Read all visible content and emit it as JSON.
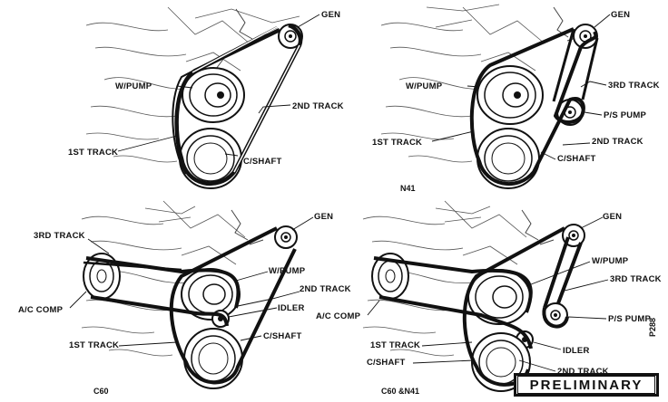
{
  "panels": {
    "top_left": {
      "labels": {
        "gen": "GEN",
        "w_pump": "W/PUMP",
        "second_track": "2ND TRACK",
        "first_track": "1ST TRACK",
        "c_shaft": "C/SHAFT"
      }
    },
    "top_right": {
      "caption": "N41",
      "labels": {
        "gen": "GEN",
        "w_pump": "W/PUMP",
        "third_track": "3RD TRACK",
        "ps_pump": "P/S PUMP",
        "first_track": "1ST TRACK",
        "second_track": "2ND TRACK",
        "c_shaft": "C/SHAFT"
      }
    },
    "bottom_left": {
      "caption": "C60",
      "labels": {
        "gen": "GEN",
        "third_track": "3RD TRACK",
        "w_pump": "W/PUMP",
        "second_track": "2ND TRACK",
        "ac_comp": "A/C COMP",
        "idler": "IDLER",
        "c_shaft": "C/SHAFT",
        "first_track": "1ST TRACK"
      }
    },
    "bottom_right": {
      "caption": "C60 &N41",
      "labels": {
        "gen": "GEN",
        "w_pump": "W/PUMP",
        "third_track": "3RD TRACK",
        "ac_comp": "A/C COMP",
        "ps_pump": "P/S PUMP",
        "first_track": "1ST TRACK",
        "idler": "IDLER",
        "c_shaft": "C/SHAFT",
        "second_track": "2ND TRACK"
      }
    }
  },
  "stamp": "PRELIMINARY",
  "figure_id": "P288"
}
